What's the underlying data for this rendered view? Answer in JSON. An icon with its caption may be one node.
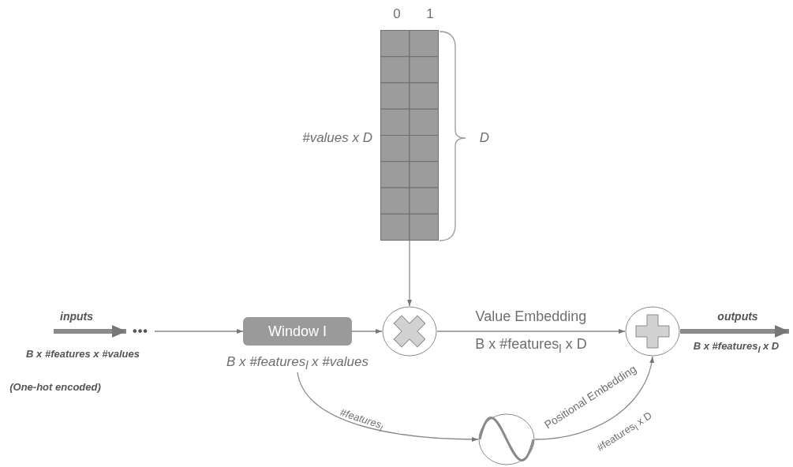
{
  "diagram": {
    "nodes": [
      {
        "text": [],
        "shape": "grid",
        "beside": [
          "#values x D"
        ]
      },
      {
        "text": [
          "•••"
        ]
      },
      {
        "text": [
          "Window I"
        ],
        "beside": [
          "B x #features$_{l}$ x #values"
        ]
      },
      {
        "text": [],
        "shape": "circle"
      },
      {
        "text": [],
        "shape": "circle"
      },
      {
        "text": [],
        "shape": "circle"
      }
    ],
    "edges": [
      {
        "from": null,
        "to": 1,
        "arrow": "to",
        "label": "inputs",
        "style": "thick"
      },
      {
        "from": 1,
        "to": 2,
        "arrow": "to"
      },
      {
        "from": 0,
        "to": 3,
        "arrow": "to"
      },
      {
        "from": 2,
        "to": 3,
        "arrow": "to"
      },
      {
        "from": 3,
        "to": 4,
        "arrow": "to",
        "label": "Value Embedding"
      },
      {
        "from": 4,
        "to": null,
        "arrow": "to",
        "label": "outputs",
        "style": "thick"
      },
      {
        "from": 2,
        "to": 5,
        "arrow": "to",
        "label": "#features$_{l}$"
      },
      {
        "from": 5,
        "to": 4,
        "arrow": "to",
        "label": "Positional Embedding"
      }
    ],
    "labels": [
      "0",
      "1",
      "D",
      "B x #features x #values",
      "(One-hot encoded)",
      "B x #features$_{l}$ x D",
      "B x #features$_{l}$ x D",
      "#features$_{l}$ x D"
    ]
  }
}
